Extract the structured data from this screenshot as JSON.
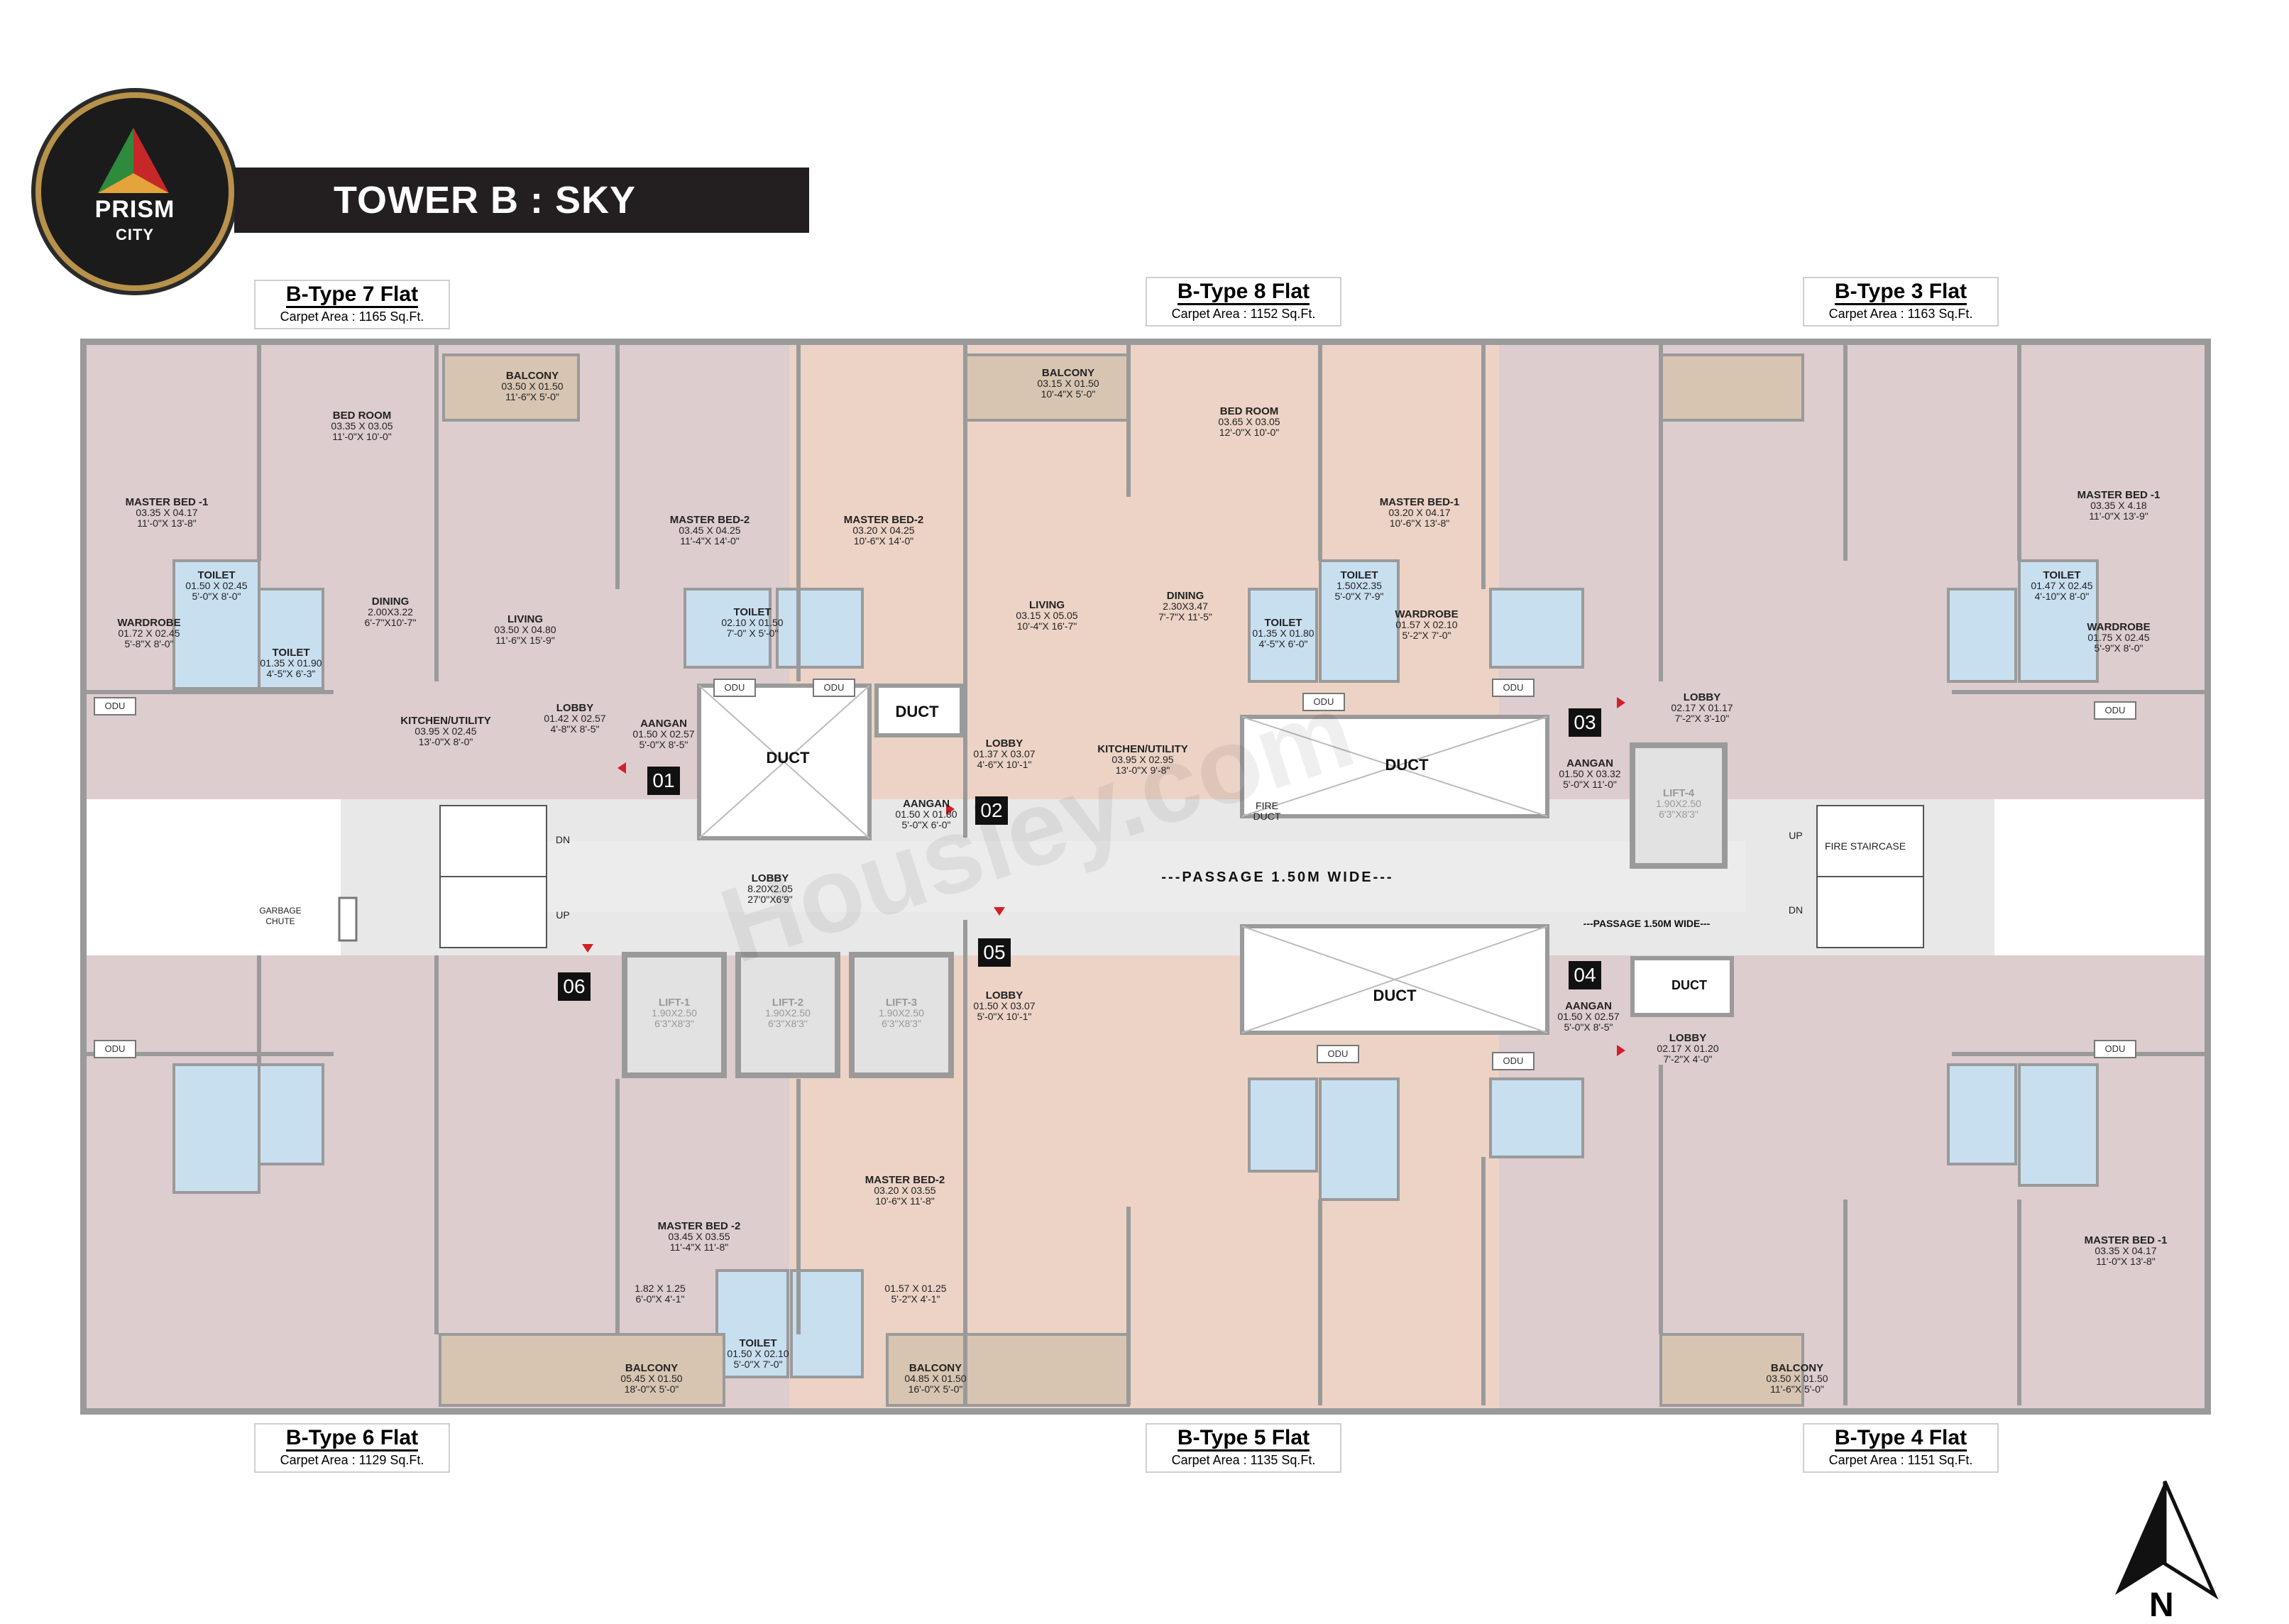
{
  "brand": {
    "name_line1": "PRISM",
    "name_line2": "CITY"
  },
  "title": "TOWER B : SKY",
  "flats": [
    {
      "name": "B-Type 7 Flat",
      "area": "Carpet Area : 1165 Sq.Ft."
    },
    {
      "name": "B-Type 8 Flat",
      "area": "Carpet Area : 1152 Sq.Ft."
    },
    {
      "name": "B-Type 3 Flat",
      "area": "Carpet Area : 1163 Sq.Ft."
    },
    {
      "name": "B-Type 6 Flat",
      "area": "Carpet Area : 1129 Sq.Ft."
    },
    {
      "name": "B-Type 5 Flat",
      "area": "Carpet Area : 1135 Sq.Ft."
    },
    {
      "name": "B-Type 4 Flat",
      "area": "Carpet Area : 1151 Sq.Ft."
    }
  ],
  "unit_numbers": [
    "01",
    "02",
    "03",
    "04",
    "05",
    "06"
  ],
  "core": {
    "passage_main": "---PASSAGE 1.50M WIDE---",
    "passage_right": "---PASSAGE 1.50M WIDE---",
    "lobby": [
      "LOBBY",
      "8.20X2.05",
      "27'0\"X6'9\""
    ],
    "duct": "DUCT",
    "fire_duct": [
      "FIRE",
      "DUCT"
    ],
    "fire_staircase": "FIRE STAIRCASE",
    "garbage_chute": [
      "GARBAGE",
      "CHUTE"
    ],
    "dn": "DN",
    "up": "UP",
    "lifts": [
      {
        "name": "LIFT-1",
        "size": "1.90X2.50",
        "ft": "6'3\"X8'3\""
      },
      {
        "name": "LIFT-2",
        "size": "1.90X2.50",
        "ft": "6'3\"X8'3\""
      },
      {
        "name": "LIFT-3",
        "size": "1.90X2.50",
        "ft": "6'3\"X8'3\""
      },
      {
        "name": "LIFT-4",
        "size": "1.90X2.50",
        "ft": "6'3\"X8'3\""
      }
    ],
    "odu": "ODU"
  },
  "rooms": [
    {
      "name": "BALCONY",
      "m": "03.50 X 01.50",
      "ft": "11'-6\"X 5'-0\""
    },
    {
      "name": "BED ROOM",
      "m": "03.35 X 03.05",
      "ft": "11'-0\"X 10'-0\""
    },
    {
      "name": "MASTER BED -1",
      "m": "03.35 X 04.17",
      "ft": "11'-0\"X 13'-8\""
    },
    {
      "name": "TOILET",
      "m": "01.50 X 02.45",
      "ft": "5'-0\"X 8'-0\""
    },
    {
      "name": "TOILET",
      "m": "01.35 X 01.90",
      "ft": "4'-5\"X 6'-3\""
    },
    {
      "name": "WARDROBE",
      "m": "01.72 X 02.45",
      "ft": "5'-8\"X 8'-0\""
    },
    {
      "name": "DINING",
      "m": "2.00X3.22",
      "ft": "6'-7\"X10'-7\""
    },
    {
      "name": "LIVING",
      "m": "03.50 X 04.80",
      "ft": "11'-6\"X 15'-9\""
    },
    {
      "name": "MASTER BED-2",
      "m": "03.45 X 04.25",
      "ft": "11'-4\"X 14'-0\""
    },
    {
      "name": "KITCHEN/UTILITY",
      "m": "03.95 X 02.45",
      "ft": "13'-0\"X 8'-0\""
    },
    {
      "name": "LOBBY",
      "m": "01.42 X 02.57",
      "ft": "4'-8\"X 8'-5\""
    },
    {
      "name": "AANGAN",
      "m": "01.50 X 02.57",
      "ft": "5'-0\"X 8'-5\""
    },
    {
      "name": "TOILET",
      "m": "02.10 X 01.50",
      "ft": "7'-0\" X 5'-0\""
    },
    {
      "name": "MASTER BED-2",
      "m": "03.20 X 04.25",
      "ft": "10'-6\"X 14'-0\""
    },
    {
      "name": "BALCONY",
      "m": "03.15 X 01.50",
      "ft": "10'-4\"X 5'-0\""
    },
    {
      "name": "LIVING",
      "m": "03.15 X 05.05",
      "ft": "10'-4\"X 16'-7\""
    },
    {
      "name": "LOBBY",
      "m": "01.37 X 03.07",
      "ft": "4'-6\"X 10'-1\""
    },
    {
      "name": "AANGAN",
      "m": "01.50 X 01.80",
      "ft": "5'-0\"X 6'-0\""
    },
    {
      "name": "KITCHEN/UTILITY",
      "m": "03.95 X 02.95",
      "ft": "13'-0\"X 9'-8\""
    },
    {
      "name": "BED ROOM",
      "m": "03.65 X 03.05",
      "ft": "12'-0\"X 10'-0\""
    },
    {
      "name": "DINING",
      "m": "2.30X3.47",
      "ft": "7'-7\"X 11'-5\""
    },
    {
      "name": "TOILET",
      "m": "01.35 X 01.80",
      "ft": "4'-5\"X 6'-0\""
    },
    {
      "name": "TOILET",
      "m": "1.50X2.35",
      "ft": "5'-0\"X 7'-9\""
    },
    {
      "name": "MASTER BED-1",
      "m": "03.20 X 04.17",
      "ft": "10'-6\"X 13'-8\""
    },
    {
      "name": "WARDROBE",
      "m": "01.57 X 02.10",
      "ft": "5'-2\"X 7'-0\""
    },
    {
      "name": "LOBBY",
      "m": "02.17 X 01.17",
      "ft": "7'-2\"X 3'-10\""
    },
    {
      "name": "AANGAN",
      "m": "01.50 X 03.32",
      "ft": "5'-0\"X 11'-0\""
    },
    {
      "name": "MASTER BED -1",
      "m": "03.35 X 4.18",
      "ft": "11'-0\"X 13'-9\""
    },
    {
      "name": "TOILET",
      "m": "01.47 X 02.45",
      "ft": "4'-10\"X 8'-0\""
    },
    {
      "name": "WARDROBE",
      "m": "01.75 X 02.45",
      "ft": "5'-9\"X 8'-0\""
    },
    {
      "name": "BALCONY",
      "m": "05.45 X 01.50",
      "ft": "18'-0\"X 5'-0\""
    },
    {
      "name": "BALCONY",
      "m": "04.85 X 01.50",
      "ft": "16'-0\"X 5'-0\""
    },
    {
      "name": "TOILET",
      "m": "01.50 X 02.10",
      "ft": "5'-0\"X 7'-0\""
    },
    {
      "name": "MASTER BED -2",
      "m": "03.45 X 03.55",
      "ft": "11'-4\"X 11'-8\""
    },
    {
      "name": "MASTER BED-2",
      "m": "03.20 X 03.55",
      "ft": "10'-6\"X 11'-8\""
    },
    {
      "name": "LOBBY",
      "m": "01.50 X 03.07",
      "ft": "5'-0\"X 10'-1\""
    },
    {
      "name": "LOBBY",
      "m": "02.17 X 01.20",
      "ft": "7'-2\"X 4'-0\""
    },
    {
      "name": "AANGAN",
      "m": "01.50 X 02.57",
      "ft": "5'-0\"X 8'-5\""
    },
    {
      "name": "MASTER BED -1",
      "m": "03.35 X 04.17",
      "ft": "11'-0\"X 13'-8\""
    },
    {
      "name": "BALCONY",
      "m": "03.50 X 01.50",
      "ft": "11'-6\"X 5'-0\""
    },
    {
      "name": "",
      "m": "1.82 X 1.25",
      "ft": "6'-0\"X 4'-1\""
    },
    {
      "name": "",
      "m": "01.57 X 01.25",
      "ft": "5'-2\"X 4'-1\""
    }
  ],
  "compass_label": "N",
  "watermark": "Housiey.com",
  "colors": {
    "flat_fill_a": "#ddcdcf",
    "flat_fill_b": "#ecd3c6",
    "toilet": "#c8dff0",
    "wall": "#9a9a9a",
    "title_bar": "#231f20",
    "badge_ring": "#b8924a",
    "logo_accent": "#c6282a",
    "logo_green": "#2e8b3d"
  }
}
